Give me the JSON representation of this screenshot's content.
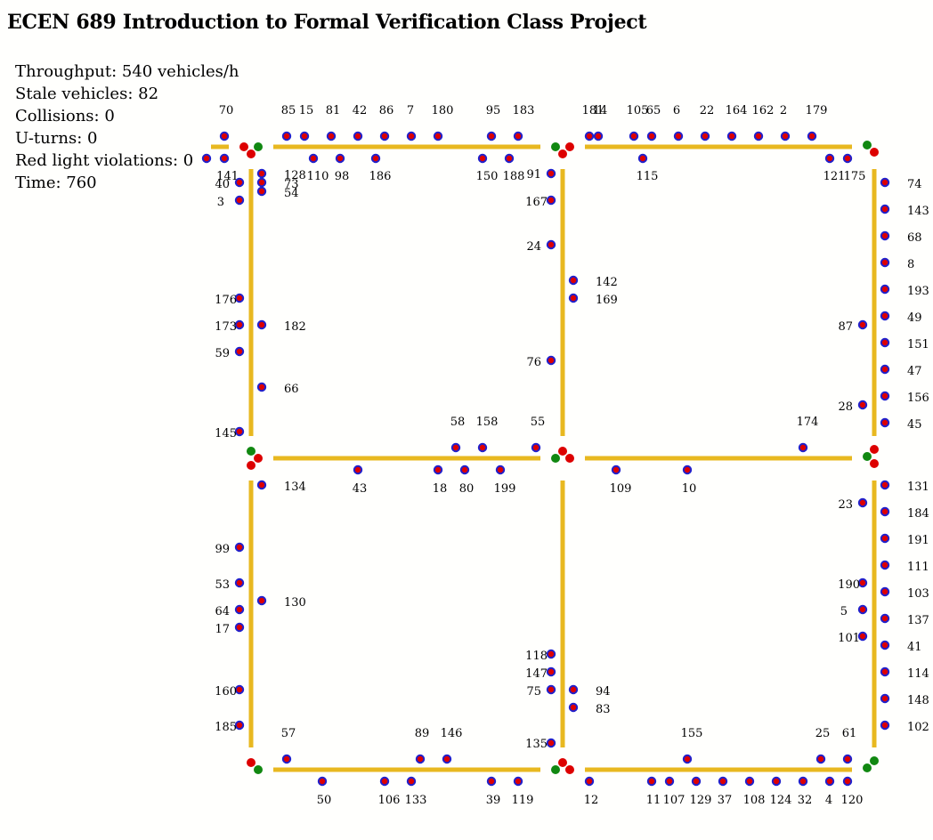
{
  "title": "ECEN 689 Introduction to Formal Verification Class Project",
  "stats": {
    "throughput": "Throughput: 540 vehicles/h",
    "stale": "Stale vehicles: 82",
    "collisions": "Collisions: 0",
    "uturns": "U-turns: 0",
    "red_violations": "Red light violations: 0",
    "time": "Time: 760"
  },
  "colors": {
    "road": "#e8b820",
    "vehicle_fill": "#dd0000",
    "vehicle_stroke": "#2020cc",
    "light_red": "#dd0000",
    "light_green": "#118811"
  },
  "vehicle_ids": [
    "70",
    "85",
    "15",
    "81",
    "42",
    "86",
    "7",
    "180",
    "95",
    "183",
    "181",
    "14",
    "105",
    "65",
    "6",
    "22",
    "164",
    "162",
    "2",
    "179",
    "141",
    "40",
    "3",
    "128",
    "73",
    "54",
    "110",
    "98",
    "186",
    "150",
    "188",
    "91",
    "167",
    "24",
    "115",
    "121",
    "175",
    "74",
    "143",
    "68",
    "8",
    "193",
    "49",
    "151",
    "47",
    "156",
    "45",
    "142",
    "169",
    "176",
    "173",
    "182",
    "59",
    "66",
    "87",
    "76",
    "28",
    "145",
    "58",
    "158",
    "55",
    "174",
    "134",
    "43",
    "18",
    "80",
    "199",
    "109",
    "10",
    "131",
    "23",
    "184",
    "191",
    "111",
    "99",
    "53",
    "64",
    "17",
    "130",
    "190",
    "103",
    "5",
    "137",
    "101",
    "41",
    "118",
    "114",
    "147",
    "75",
    "94",
    "83",
    "148",
    "160",
    "185",
    "102",
    "57",
    "89",
    "146",
    "155",
    "25",
    "61",
    "135",
    "50",
    "106",
    "133",
    "39",
    "119",
    "12",
    "11",
    "107",
    "129",
    "37",
    "108",
    "124",
    "32",
    "4",
    "120"
  ],
  "lights": [
    {
      "color": "red"
    },
    {
      "color": "green"
    },
    {
      "color": "red"
    },
    {
      "color": "green"
    },
    {
      "color": "red"
    },
    {
      "color": "red"
    },
    {
      "color": "green"
    },
    {
      "color": "red"
    },
    {
      "color": "green"
    },
    {
      "color": "red"
    },
    {
      "color": "red"
    },
    {
      "color": "green"
    },
    {
      "color": "red"
    },
    {
      "color": "red"
    },
    {
      "color": "green"
    },
    {
      "color": "red"
    },
    {
      "color": "red"
    },
    {
      "color": "green"
    },
    {
      "color": "green"
    },
    {
      "color": "red"
    },
    {
      "color": "red"
    },
    {
      "color": "green"
    },
    {
      "color": "green"
    },
    {
      "color": "red"
    }
  ]
}
